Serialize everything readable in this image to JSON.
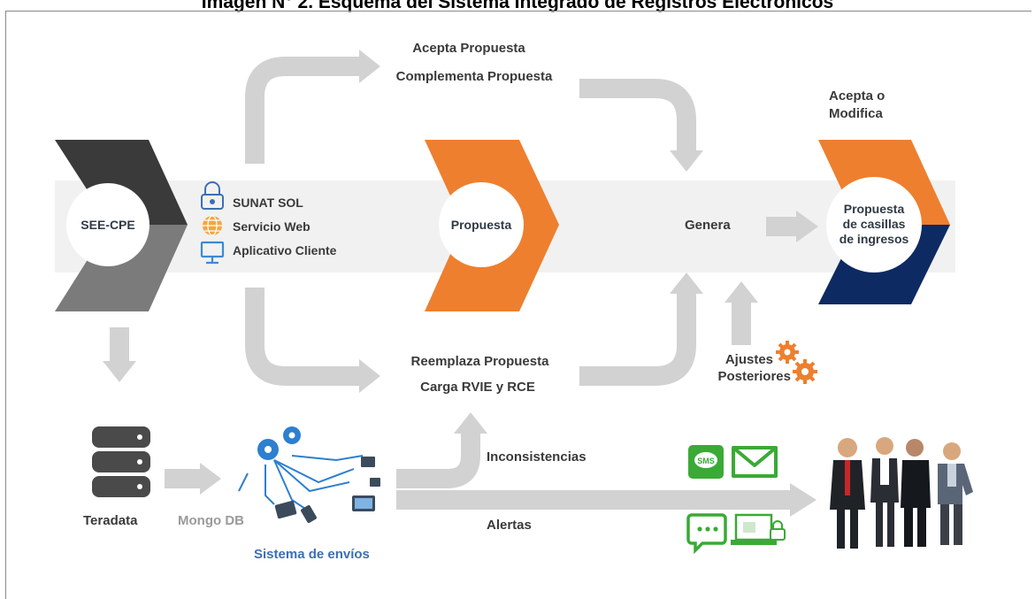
{
  "title": "Imagen N° 2. Esquema del Sistema Integrado de Registros Electrónicos",
  "nodes": {
    "see_cpe": "SEE-CPE",
    "propuesta": "Propuesta",
    "propuesta_casillas": [
      "Propuesta",
      "de casillas",
      "de ingresos"
    ],
    "teradata": "Teradata",
    "mongo_db": "Mongo DB",
    "sistema_envios": "Sistema de envíos"
  },
  "channels": [
    "SUNAT SOL",
    "Servicio Web",
    "Aplicativo Cliente"
  ],
  "labels": {
    "acepta_propuesta": "Acepta Propuesta",
    "complementa_propuesta": "Complementa Propuesta",
    "acepta_o": "Acepta o",
    "modifica": "Modifica",
    "genera": "Genera",
    "reemplaza_propuesta": "Reemplaza Propuesta",
    "carga_rvie_rce": "Carga RVIE y RCE",
    "ajustes": "Ajustes",
    "posteriores": "Posteriores",
    "inconsistencias": "Inconsistencias",
    "alertas": "Alertas",
    "sms": "SMS"
  },
  "colors": {
    "orange": "#ee7f2e",
    "navy": "#0e2a62",
    "dark_grey": "#3a3a3a",
    "mid_grey": "#7b7b7b",
    "arrow_grey": "#d2d2d2",
    "band": "#f1f1f1",
    "green": "#3aaa35",
    "blue_label": "#3c6fb4"
  },
  "icons": [
    "lock-icon",
    "globe-icon",
    "monitor-icon",
    "database-icon",
    "gear-icon",
    "sms-icon",
    "mail-icon",
    "chat-icon",
    "laptop-lock-icon",
    "people-icon"
  ]
}
